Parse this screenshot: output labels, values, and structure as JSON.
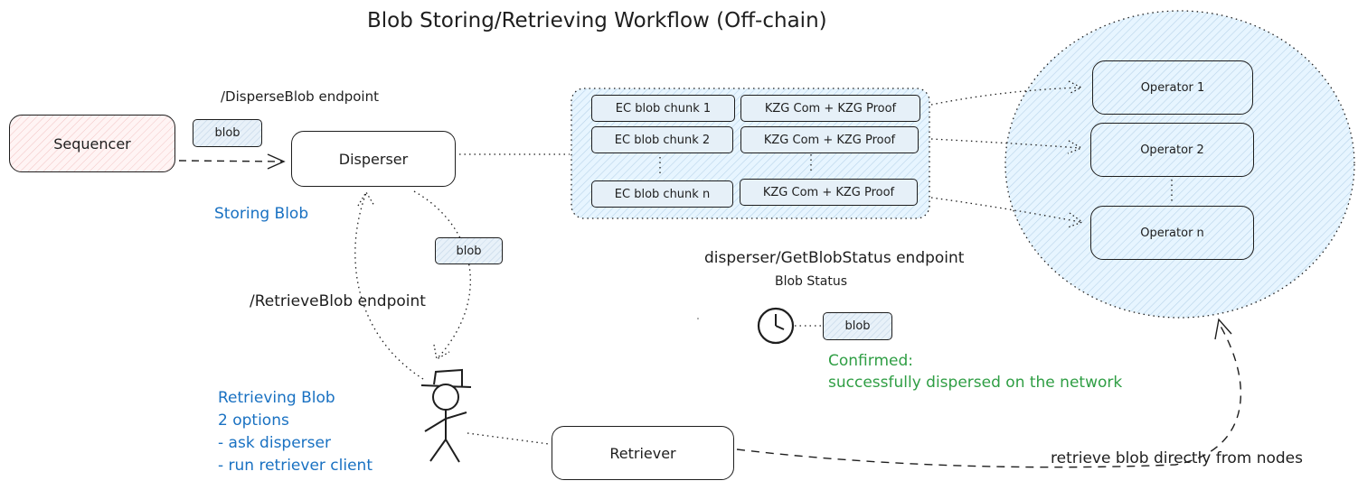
{
  "title": "Blob Storing/Retrieving Workflow (Off-chain)",
  "nodes": {
    "sequencer": "Sequencer",
    "disperser": "Disperser",
    "retriever": "Retriever",
    "operators": [
      "Operator 1",
      "Operator 2",
      "Operator n"
    ]
  },
  "chunks": [
    "EC blob chunk 1",
    "EC blob chunk 2",
    "EC blob chunk n"
  ],
  "proofs": [
    "KZG Com + KZG Proof",
    "KZG Com + KZG Proof",
    "KZG Com + KZG Proof"
  ],
  "labels": {
    "disperse_endpoint": "/DisperseBlob endpoint",
    "blob": "blob",
    "storing": "Storing Blob",
    "retrieve_endpoint": "/RetrieveBlob endpoint",
    "status_endpoint": "disperser/GetBlobStatus endpoint",
    "blob_status": "Blob Status",
    "confirmed": "Confirmed:",
    "confirmed_detail": "successfully dispersed on the network",
    "retrieve_direct": "retrieve blob directly from nodes",
    "retrieving_lines": [
      "Retrieving Blob",
      "2 options",
      "- ask disperser",
      "- run retriever client"
    ]
  },
  "colors": {
    "blue_text": "#1971c2",
    "green_text": "#2f9e44",
    "sequencer_fill": "#ffe3e3",
    "chip_fill": "#e8f1f9",
    "operator_cloud_fill": "#e7f5ff"
  },
  "icons": [
    "clock-icon",
    "stick-figure-icon"
  ]
}
